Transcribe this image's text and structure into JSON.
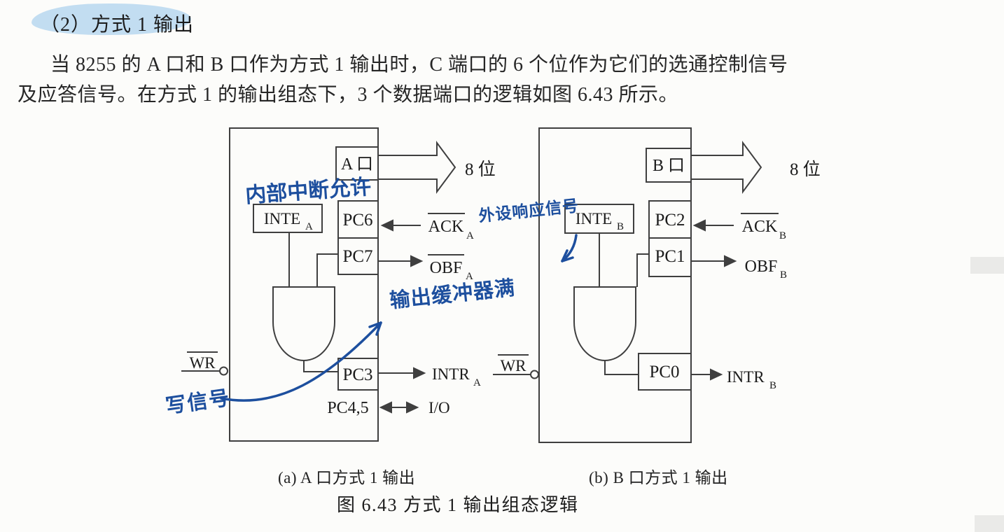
{
  "page": {
    "heading": "（2）方式 1 输出",
    "paragraph_line1": "当 8255 的 A 口和 B 口作为方式 1 输出时，C 端口的 6 个位作为它们的选通控制信号",
    "paragraph_line2": "及应答信号。在方式 1 的输出组态下，3 个数据端口的逻辑如图 6.43 所示。",
    "caption_a": "(a) A 口方式 1 输出",
    "caption_b": "(b) B 口方式 1 输出",
    "figure_caption": "图 6.43  方式 1 输出组态逻辑"
  },
  "diagram_a": {
    "port_label": "A 口",
    "bits_label": "8 位",
    "inte_base": "INTE",
    "inte_sub": "A",
    "pc6": "PC6",
    "pc7": "PC7",
    "pc3": "PC3",
    "pc45": "PC4,5",
    "ack_base": "ACK",
    "ack_sub": "A",
    "obf_base": "OBF",
    "obf_sub": "A",
    "intr_base": "INTR",
    "intr_sub": "A",
    "wr_base": "WR",
    "io_label": "I/O"
  },
  "diagram_b": {
    "port_label": "B 口",
    "bits_label": "8 位",
    "inte_base": "INTE",
    "inte_sub": "B",
    "pc2": "PC2",
    "pc1": "PC1",
    "pc0": "PC0",
    "ack_base": "ACK",
    "ack_sub": "B",
    "obf_base": "OBF",
    "obf_sub": "B",
    "intr_base": "INTR",
    "intr_sub": "B",
    "wr_base": "WR"
  },
  "handwritten": {
    "inte_note": "内部中断允许",
    "ack_note": "外设响应信号",
    "obf_note": "输出缓冲器满",
    "wr_note": "写信号"
  },
  "colors": {
    "ink_blue": "#1d4f9e",
    "highlight_blue": "#c2ddf1",
    "diagram_line": "#3f3f3f",
    "text_dark": "#262626"
  }
}
